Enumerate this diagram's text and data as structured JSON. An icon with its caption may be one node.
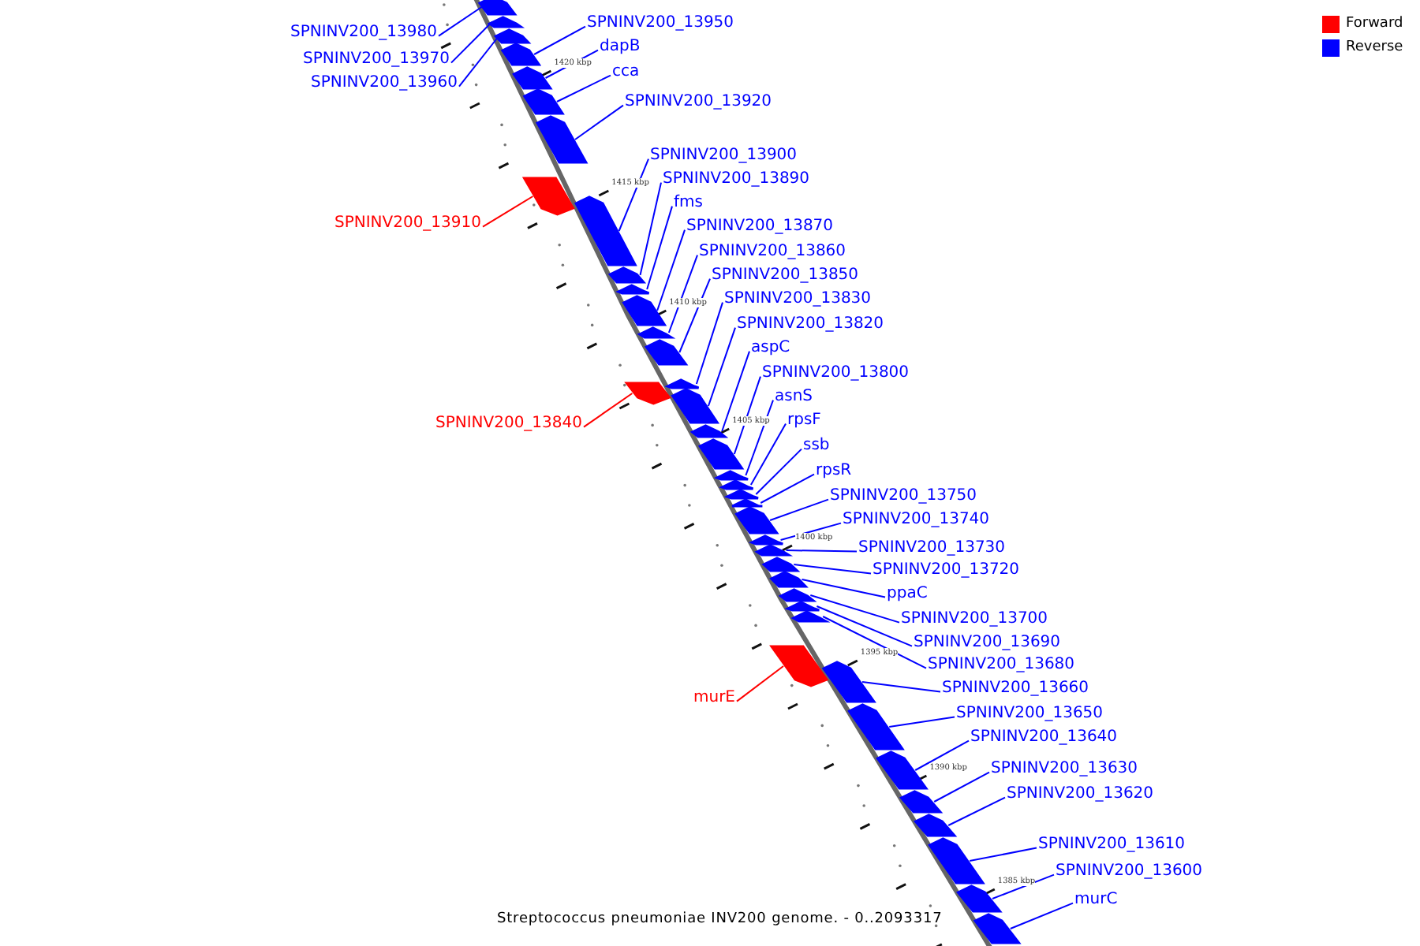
{
  "diagram": {
    "caption": "Streptococcus pneumoniae INV200 genome. - 0..2093317",
    "nodes": [
      {
        "text": [
          "SPNINV200_13950"
        ]
      },
      {
        "text": [],
        "shape": "bar"
      },
      {
        "text": [
          "SPNINV200_13980"
        ]
      },
      {
        "text": [],
        "shape": "bar"
      },
      {
        "text": [
          "dapB"
        ]
      },
      {
        "text": [],
        "shape": "bar"
      },
      {
        "text": [
          "SPNINV200_13970"
        ]
      },
      {
        "text": [],
        "shape": "bar"
      },
      {
        "text": [
          "cca"
        ]
      },
      {
        "text": [],
        "shape": "bar"
      },
      {
        "text": [
          "SPNINV200_13960"
        ]
      },
      {
        "text": [],
        "shape": "bar"
      },
      {
        "text": [
          "SPNINV200_13920"
        ]
      },
      {
        "text": [],
        "shape": "bar"
      },
      {
        "text": [
          "SPNINV200_13900"
        ]
      },
      {
        "text": [],
        "shape": "bar"
      },
      {
        "text": [
          "SPNINV200_13890"
        ]
      },
      {
        "text": [],
        "shape": "bar"
      },
      {
        "text": [
          "fms"
        ]
      },
      {
        "text": [],
        "shape": "bar"
      },
      {
        "text": [
          "SPNINV200_13910"
        ]
      },
      {
        "text": [],
        "shape": "bar"
      },
      {
        "text": [
          "SPNINV200_13870"
        ]
      },
      {
        "text": [],
        "shape": "bar"
      },
      {
        "text": [
          "SPNINV200_13860"
        ]
      },
      {
        "text": [],
        "shape": "bar"
      },
      {
        "text": [
          "SPNINV200_13850"
        ]
      },
      {
        "text": [],
        "shape": "bar"
      },
      {
        "text": [
          "SPNINV200_13830"
        ]
      },
      {
        "text": [],
        "shape": "bar"
      },
      {
        "text": [
          "SPNINV200_13820"
        ]
      },
      {
        "text": [],
        "shape": "bar"
      },
      {
        "text": [
          "aspC"
        ]
      },
      {
        "text": [],
        "shape": "bar"
      },
      {
        "text": [
          "SPNINV200_13800"
        ]
      },
      {
        "text": [],
        "shape": "bar"
      },
      {
        "text": [
          "asnS"
        ]
      },
      {
        "text": [],
        "shape": "bar"
      },
      {
        "text": [
          "rpsF"
        ]
      },
      {
        "text": [],
        "shape": "bar"
      },
      {
        "text": [
          "SPNINV200_13840"
        ]
      },
      {
        "text": [],
        "shape": "bar"
      },
      {
        "text": [
          "ssb"
        ]
      },
      {
        "text": [],
        "shape": "bar"
      },
      {
        "text": [
          "rpsR"
        ]
      },
      {
        "text": [],
        "shape": "bar"
      },
      {
        "text": [
          "SPNINV200_13750"
        ]
      },
      {
        "text": [],
        "shape": "bar"
      },
      {
        "text": [
          "SPNINV200_13740"
        ]
      },
      {
        "text": [],
        "shape": "bar"
      },
      {
        "text": [
          "SPNINV200_13730"
        ]
      },
      {
        "text": [],
        "shape": "bar"
      },
      {
        "text": [
          "SPNINV200_13720"
        ]
      },
      {
        "text": [],
        "shape": "bar"
      },
      {
        "text": [
          "ppaC"
        ]
      },
      {
        "text": [],
        "shape": "bar"
      },
      {
        "text": [
          "SPNINV200_13700"
        ]
      },
      {
        "text": [],
        "shape": "bar"
      },
      {
        "text": [
          "SPNINV200_13690"
        ]
      },
      {
        "text": [],
        "shape": "bar"
      },
      {
        "text": [
          "SPNINV200_13680"
        ]
      },
      {
        "text": [],
        "shape": "bar"
      },
      {
        "text": [
          "SPNINV200_13660"
        ]
      },
      {
        "text": [],
        "shape": "bar"
      },
      {
        "text": [
          "murE"
        ]
      },
      {
        "text": [],
        "shape": "bar"
      },
      {
        "text": [
          "SPNINV200_13650"
        ]
      },
      {
        "text": [],
        "shape": "bar"
      },
      {
        "text": [
          "SPNINV200_13640"
        ]
      },
      {
        "text": [],
        "shape": "bar"
      },
      {
        "text": [
          "SPNINV200_13630"
        ]
      },
      {
        "text": [],
        "shape": "bar"
      },
      {
        "text": [
          "SPNINV200_13620"
        ]
      },
      {
        "text": [],
        "shape": "bar"
      },
      {
        "text": [
          "SPNINV200_13610"
        ]
      },
      {
        "text": [],
        "shape": "bar"
      },
      {
        "text": [
          "SPNINV200_13600"
        ]
      },
      {
        "text": [],
        "shape": "bar"
      },
      {
        "text": [
          "murC"
        ]
      },
      {
        "text": [],
        "shape": "bar"
      }
    ],
    "edges": [
      {
        "from": 0,
        "to": 1,
        "arrow": "none"
      },
      {
        "from": 2,
        "to": 3,
        "arrow": "none"
      },
      {
        "from": 4,
        "to": 5,
        "arrow": "none"
      },
      {
        "from": 6,
        "to": 7,
        "arrow": "none"
      },
      {
        "from": 8,
        "to": 9,
        "arrow": "none"
      },
      {
        "from": 10,
        "to": 11,
        "arrow": "none"
      },
      {
        "from": 12,
        "to": 13,
        "arrow": "none"
      },
      {
        "from": 14,
        "to": 15,
        "arrow": "none"
      },
      {
        "from": 16,
        "to": 17,
        "arrow": "none"
      },
      {
        "from": 18,
        "to": 19,
        "arrow": "none"
      },
      {
        "from": 20,
        "to": 21,
        "arrow": "none",
        "color": "#ff0000"
      },
      {
        "from": 22,
        "to": 23,
        "arrow": "none"
      },
      {
        "from": 24,
        "to": 25,
        "arrow": "none"
      },
      {
        "from": 26,
        "to": 27,
        "arrow": "none"
      },
      {
        "from": 28,
        "to": 29,
        "arrow": "none"
      },
      {
        "from": 30,
        "to": 31,
        "arrow": "none"
      },
      {
        "from": 32,
        "to": 33,
        "arrow": "none"
      },
      {
        "from": 34,
        "to": 35,
        "arrow": "none"
      },
      {
        "from": 36,
        "to": 37,
        "arrow": "none"
      },
      {
        "from": 38,
        "to": 39,
        "arrow": "none"
      },
      {
        "from": 40,
        "to": 41,
        "arrow": "none",
        "color": "#ff0000"
      },
      {
        "from": 42,
        "to": 43,
        "arrow": "none"
      },
      {
        "from": 44,
        "to": 45,
        "arrow": "none"
      },
      {
        "from": 46,
        "to": 47,
        "arrow": "none"
      },
      {
        "from": 48,
        "to": 49,
        "arrow": "none"
      },
      {
        "from": 50,
        "to": 51,
        "arrow": "none"
      },
      {
        "from": 52,
        "to": 53,
        "arrow": "none"
      },
      {
        "from": 54,
        "to": 55,
        "arrow": "none"
      },
      {
        "from": 56,
        "to": 57,
        "arrow": "none"
      },
      {
        "from": 58,
        "to": 59,
        "arrow": "none"
      },
      {
        "from": 60,
        "to": 61,
        "arrow": "none"
      },
      {
        "from": 62,
        "to": 63,
        "arrow": "none"
      },
      {
        "from": 64,
        "to": 65,
        "arrow": "none",
        "color": "#ff0000"
      },
      {
        "from": 66,
        "to": 67,
        "arrow": "none"
      },
      {
        "from": 68,
        "to": 69,
        "arrow": "none"
      },
      {
        "from": 70,
        "to": 71,
        "arrow": "none"
      },
      {
        "from": 72,
        "to": 73,
        "arrow": "none"
      },
      {
        "from": 74,
        "to": 75,
        "arrow": "none"
      },
      {
        "from": 76,
        "to": 77,
        "arrow": "none"
      },
      {
        "from": 78,
        "to": 79,
        "arrow": "none"
      }
    ],
    "labels": [
      "1420 kbp",
      "1415 kbp",
      "1410 kbp",
      "1405 kbp",
      "1400 kbp",
      "1395 kbp",
      "1390 kbp",
      "1385 kbp"
    ],
    "legend": [
      {
        "text": "Forward",
        "color": "#ff0000"
      },
      {
        "text": "Reverse",
        "color": "#0000ff"
      }
    ]
  }
}
